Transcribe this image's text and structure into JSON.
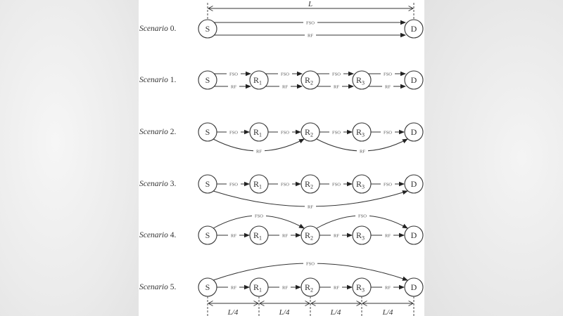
{
  "figure": {
    "total_length_label": "L",
    "segment_length_label": "L/4",
    "nodes": [
      {
        "id": "S",
        "label": "S",
        "sub": ""
      },
      {
        "id": "R1",
        "label": "R",
        "sub": "1"
      },
      {
        "id": "R2",
        "label": "R",
        "sub": "2"
      },
      {
        "id": "R3",
        "label": "R",
        "sub": "3"
      },
      {
        "id": "D",
        "label": "D",
        "sub": ""
      }
    ],
    "link_types": {
      "fso": "FSO",
      "rf": "RF"
    },
    "colors": {
      "stroke": "#333333",
      "text": "#333333",
      "page": "#ffffff"
    }
  },
  "scenarios": [
    {
      "word": "Scenario",
      "num": "0.",
      "links": [
        {
          "type": "FSO",
          "from": "S",
          "to": "D",
          "shape": "straight-upper"
        },
        {
          "type": "RF",
          "from": "S",
          "to": "D",
          "shape": "straight-lower"
        }
      ]
    },
    {
      "word": "Scenario",
      "num": "1.",
      "links": [
        {
          "type": "FSO",
          "from": "S",
          "to": "R1"
        },
        {
          "type": "RF",
          "from": "S",
          "to": "R1"
        },
        {
          "type": "FSO",
          "from": "R1",
          "to": "R2"
        },
        {
          "type": "RF",
          "from": "R1",
          "to": "R2"
        },
        {
          "type": "FSO",
          "from": "R2",
          "to": "R3"
        },
        {
          "type": "RF",
          "from": "R2",
          "to": "R3"
        },
        {
          "type": "FSO",
          "from": "R3",
          "to": "D"
        },
        {
          "type": "RF",
          "from": "R3",
          "to": "D"
        }
      ]
    },
    {
      "word": "Scenario",
      "num": "2.",
      "links": [
        {
          "type": "FSO",
          "from": "S",
          "to": "R1"
        },
        {
          "type": "FSO",
          "from": "R1",
          "to": "R2"
        },
        {
          "type": "FSO",
          "from": "R2",
          "to": "R3"
        },
        {
          "type": "FSO",
          "from": "R3",
          "to": "D"
        },
        {
          "type": "RF",
          "from": "S",
          "to": "R2",
          "shape": "arc-below"
        },
        {
          "type": "RF",
          "from": "R2",
          "to": "D",
          "shape": "arc-below"
        }
      ]
    },
    {
      "word": "Scenario",
      "num": "3.",
      "links": [
        {
          "type": "FSO",
          "from": "S",
          "to": "R1"
        },
        {
          "type": "FSO",
          "from": "R1",
          "to": "R2"
        },
        {
          "type": "FSO",
          "from": "R2",
          "to": "R3"
        },
        {
          "type": "FSO",
          "from": "R3",
          "to": "D"
        },
        {
          "type": "RF",
          "from": "S",
          "to": "D",
          "shape": "arc-below"
        }
      ]
    },
    {
      "word": "Scenario",
      "num": "4.",
      "links": [
        {
          "type": "RF",
          "from": "S",
          "to": "R1"
        },
        {
          "type": "RF",
          "from": "R1",
          "to": "R2"
        },
        {
          "type": "RF",
          "from": "R2",
          "to": "R3"
        },
        {
          "type": "RF",
          "from": "R3",
          "to": "D"
        },
        {
          "type": "FSO",
          "from": "S",
          "to": "R2",
          "shape": "arc-above"
        },
        {
          "type": "FSO",
          "from": "R2",
          "to": "D",
          "shape": "arc-above"
        }
      ]
    },
    {
      "word": "Scenario",
      "num": "5.",
      "links": [
        {
          "type": "RF",
          "from": "S",
          "to": "R1"
        },
        {
          "type": "RF",
          "from": "R1",
          "to": "R2"
        },
        {
          "type": "RF",
          "from": "R2",
          "to": "R3"
        },
        {
          "type": "RF",
          "from": "R3",
          "to": "D"
        },
        {
          "type": "FSO",
          "from": "S",
          "to": "D",
          "shape": "arc-above"
        }
      ]
    }
  ]
}
